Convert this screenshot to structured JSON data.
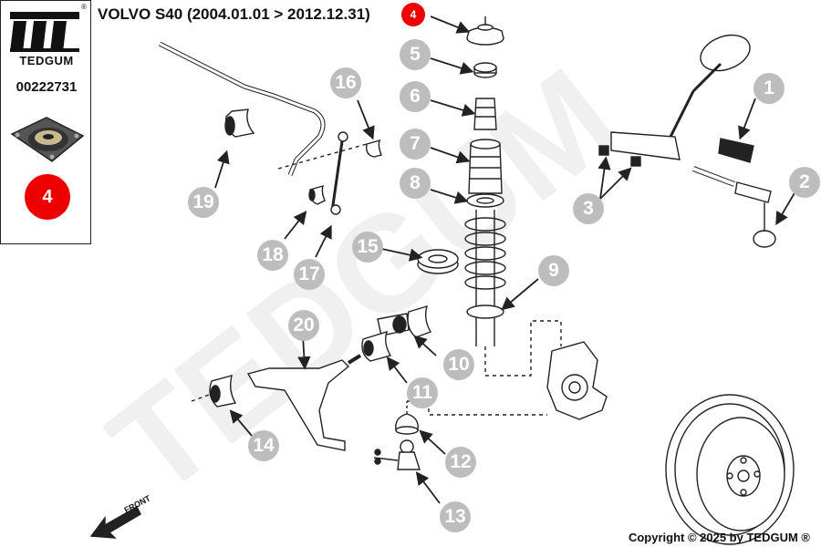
{
  "brand": {
    "name": "TEDGUM",
    "registered": "®",
    "part_code": "00222731",
    "highlight_number": "4"
  },
  "header": {
    "title": "VOLVO S40  (2004.01.01 > 2012.12.31)",
    "badge": "4"
  },
  "footer": {
    "copyright": "Copyright © 2025 by TEDGUM ®"
  },
  "diagram": {
    "watermark": "TEDGUM",
    "front_label": "FRONT",
    "part_numbers": [
      "1",
      "2",
      "3",
      "4",
      "5",
      "6",
      "7",
      "8",
      "9",
      "10",
      "11",
      "12",
      "13",
      "14",
      "15",
      "16",
      "17",
      "18",
      "19",
      "20"
    ]
  },
  "colors": {
    "badge_red": "#e00000",
    "callout_grey": "#bdbdbd",
    "line": "#222222"
  }
}
